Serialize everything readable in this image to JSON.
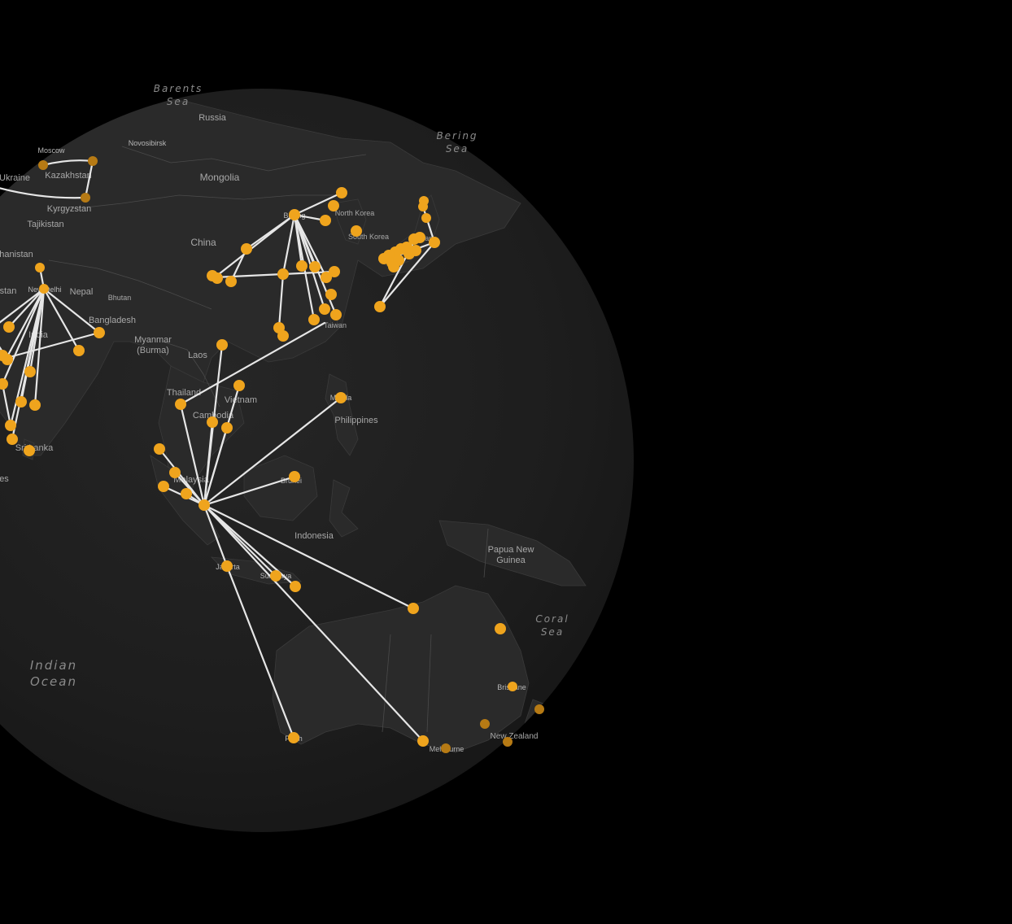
{
  "map": {
    "colors": {
      "background": "#000000",
      "globe": "#1c1c1c",
      "land": "#2a2a2a",
      "route": "#e6e6e6",
      "node": "#efa41d"
    },
    "oceans": {
      "barents_line1": "Barents",
      "barents_line2": "Sea",
      "bering_line1": "Bering",
      "bering_line2": "Sea",
      "indian_line1": "Indian",
      "indian_line2": "Ocean",
      "coral_line1": "Coral",
      "coral_line2": "Sea"
    },
    "countries": {
      "russia": "Russia",
      "kazakhstan": "Kazakhstan",
      "ukraine": "Ukraine",
      "kyrgyzstan": "Kyrgyzstan",
      "tajikistan": "Tajikistan",
      "afghanistan": "hanistan",
      "pakistan": "stan",
      "mongolia": "Mongolia",
      "china": "China",
      "north_korea": "North Korea",
      "south_korea": "South Korea",
      "nepal": "Nepal",
      "bhutan": "Bhutan",
      "india": "India",
      "bangladesh": "Bangladesh",
      "myanmar_line1": "Myanmar",
      "myanmar_line2": "(Burma)",
      "laos": "Laos",
      "thailand": "Thailand",
      "vietnam": "Vietnam",
      "cambodia": "Cambodia",
      "philippines": "Philippines",
      "malaysia": "Malaysia",
      "indonesia": "Indonesia",
      "sri_lanka": "Sri Lanka",
      "maldives": "es",
      "png_line1": "Papua New",
      "png_line2": "Guinea",
      "new_zealand": "New Zealand",
      "taiwan": "Taiwan",
      "japan": "Japan"
    },
    "cities": {
      "moscow": "Moscow",
      "novosibirsk": "Novosibirsk",
      "beijing": "Beijing",
      "new_delhi": "New Delhi",
      "manila": "Manila",
      "brunei": "Brunei",
      "jakarta": "Jakarta",
      "surabaya": "Surabaya",
      "perth": "Perth",
      "melbourne": "Melbourne",
      "brisbane": "Brisbane"
    }
  }
}
